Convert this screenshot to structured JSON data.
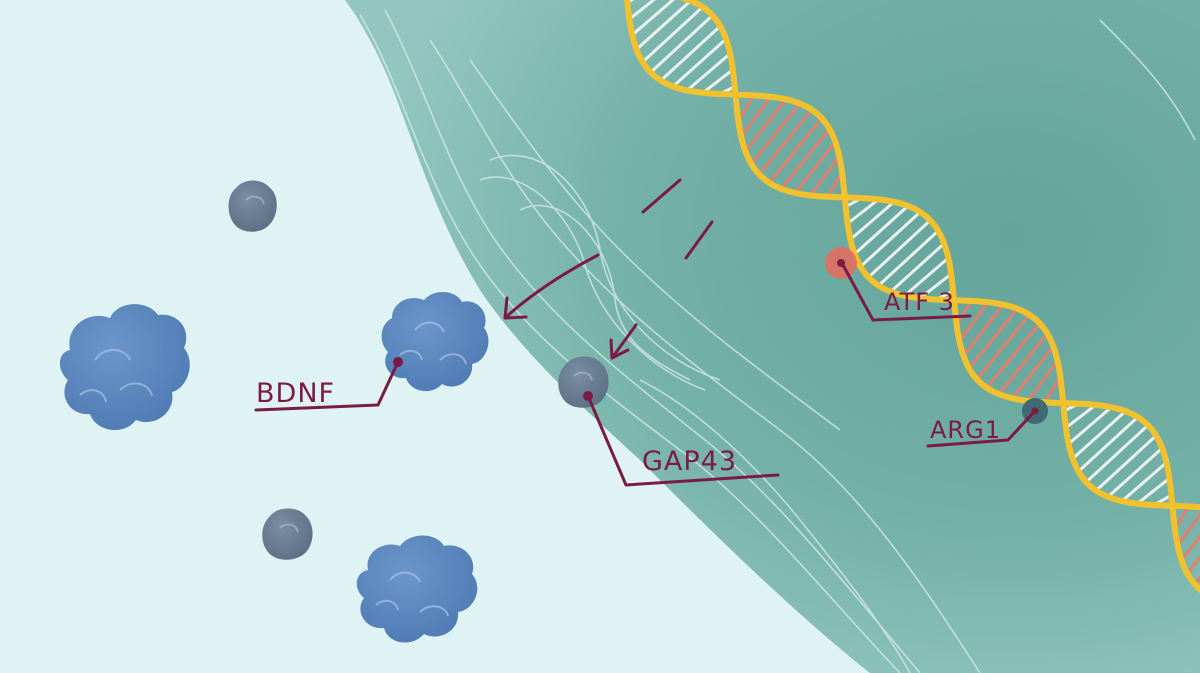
{
  "labels": {
    "bdnf": "BDNF",
    "gap43": "GAP43",
    "atf3": "ATF 3",
    "arg1": "ARG1"
  },
  "colors": {
    "extracellular": "#dff3f4",
    "cell_body": "#7fb9b0",
    "nucleus_region": "#6aa99f",
    "protein_blue": "#5a86bd",
    "protein_gray": "#6a7f95",
    "helix_backbone": "#f2c12e",
    "helix_rung_white": "#e9f1ee",
    "helix_rung_red": "#e07f6d",
    "label_ink": "#7b1b45",
    "atf3_marker": "#e86a5c",
    "arg1_marker": "#3f6a74"
  }
}
